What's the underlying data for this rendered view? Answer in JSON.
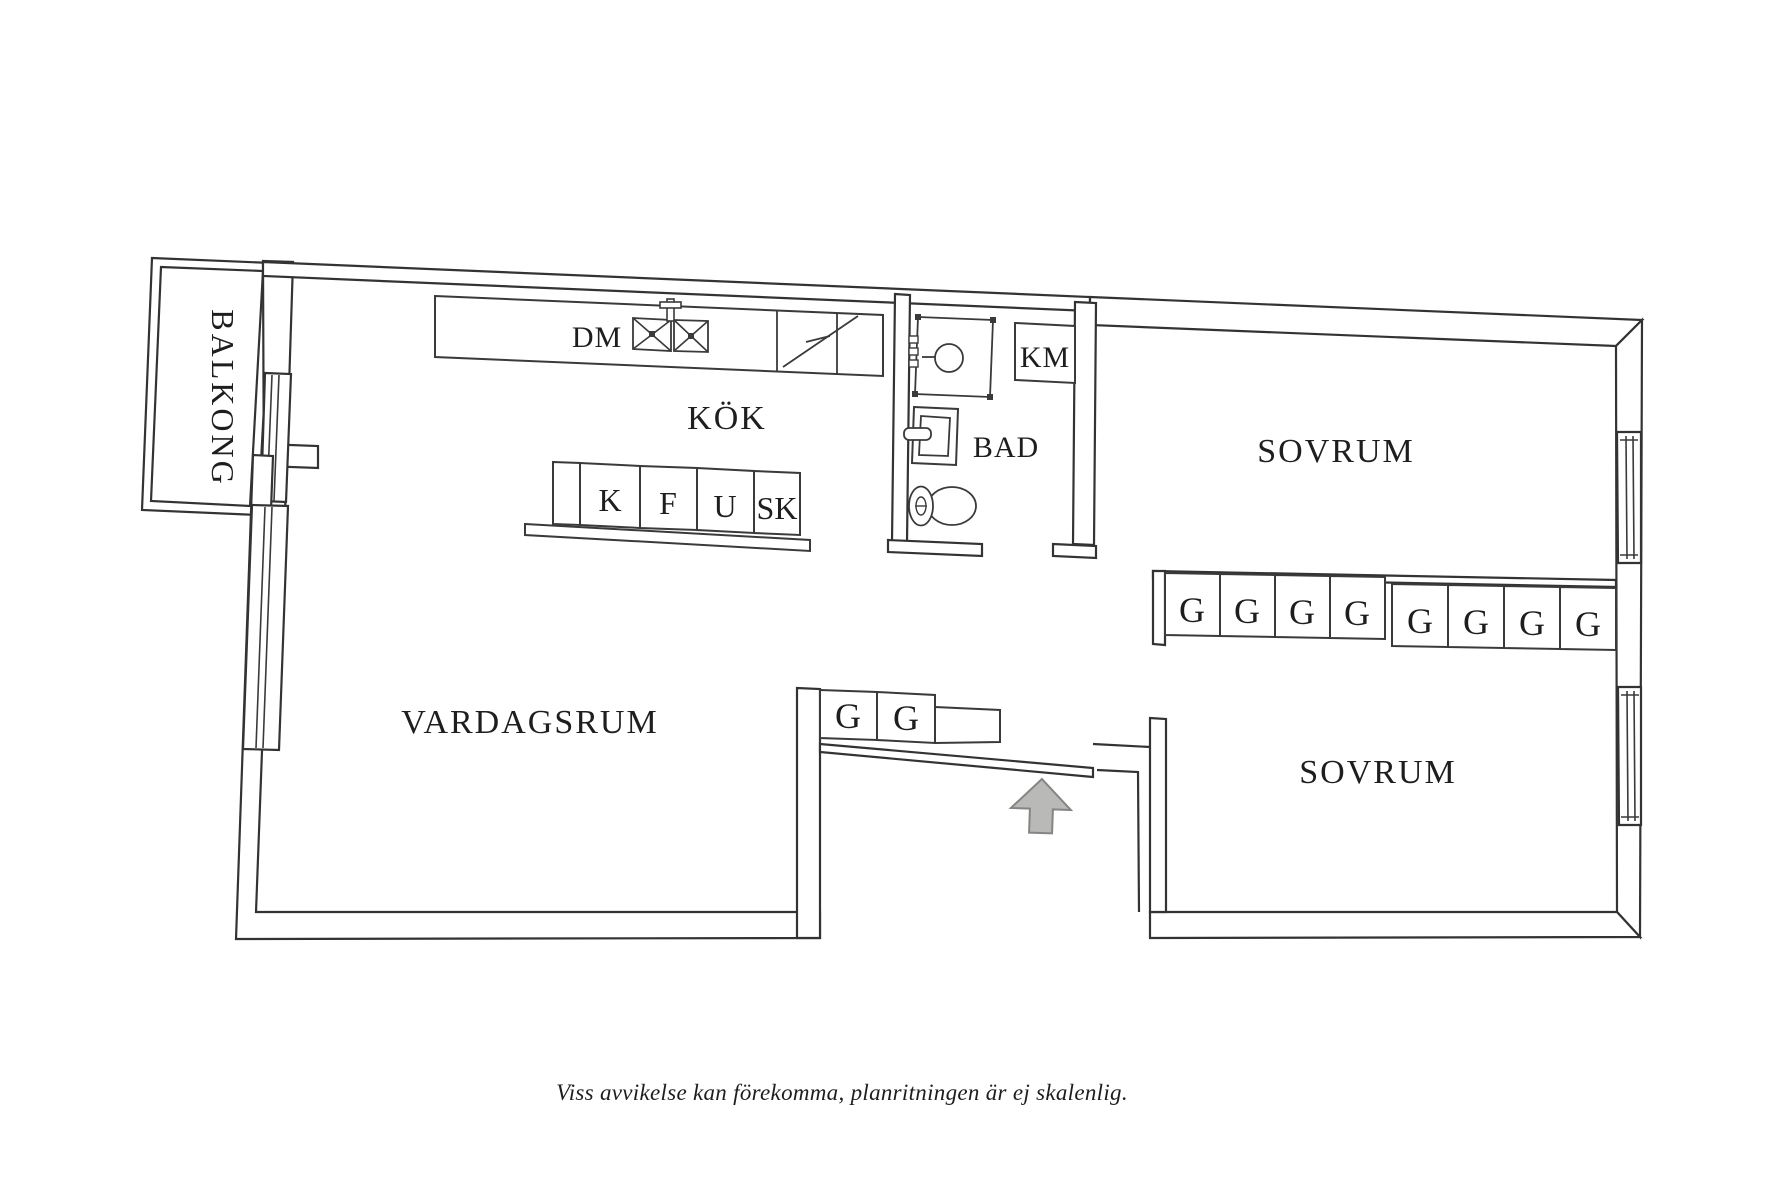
{
  "floorplan": {
    "rooms": {
      "balcony": "BALKONG",
      "kitchen": "KÖK",
      "bathroom": "BAD",
      "bedroom_top": "SOVRUM",
      "bedroom_bottom": "SOVRUM",
      "living_room": "VARDAGSRUM"
    },
    "appliances": {
      "dishwasher": "DM",
      "washing_machine": "KM"
    },
    "cabinets": {
      "c1": "K",
      "c2": "F",
      "c3": "U",
      "c4": "SK"
    },
    "wardrobes": {
      "hall": [
        "G",
        "G"
      ],
      "upper_row": [
        "G",
        "G",
        "G",
        "G"
      ],
      "lower_row": [
        "G",
        "G",
        "G",
        "G"
      ]
    },
    "disclaimer": "Viss avvikelse kan förekomma, planritningen är ej skalenlig.",
    "colors": {
      "wall_line": "#333333",
      "text": "#1e1e1e",
      "arrow_fill": "#b9b9b7",
      "arrow_stroke": "#858583"
    }
  }
}
